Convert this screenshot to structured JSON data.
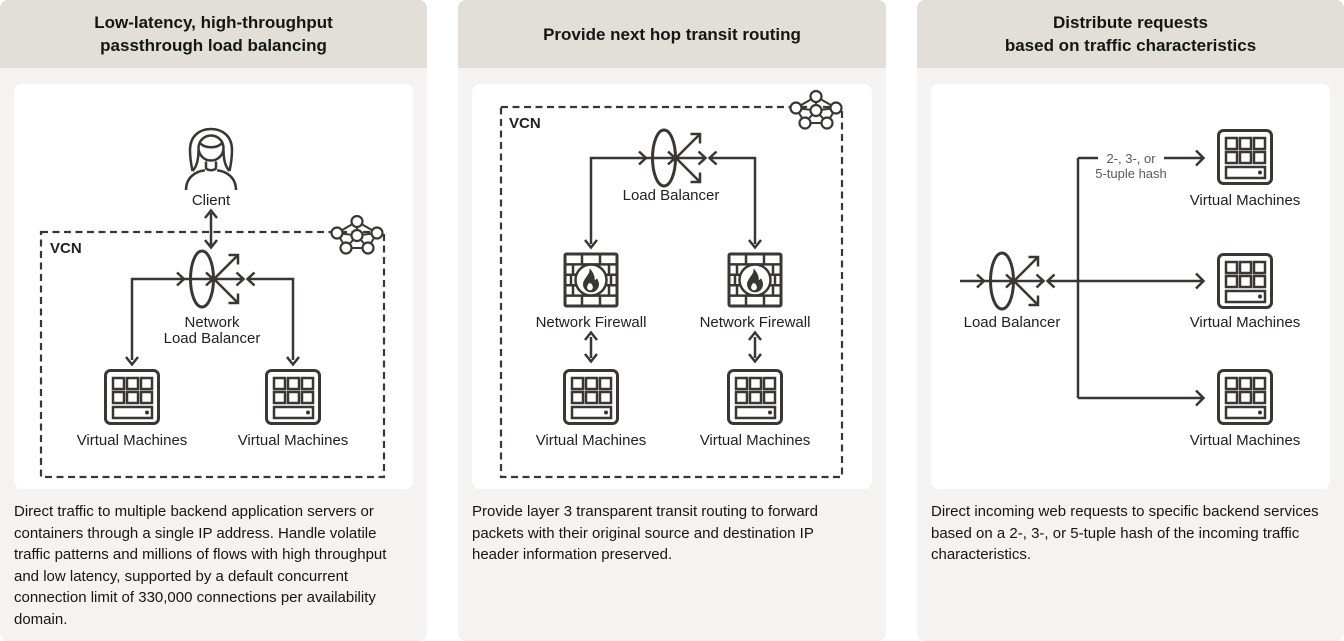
{
  "colors": {
    "header_bg": "#e2dfd9",
    "panel_bg": "#f4f3f1",
    "card_bg": "#ffffff",
    "diagram_stroke": "#3a3632",
    "text": "#161513",
    "muted_label": "#5d5a55"
  },
  "icons": {
    "client": "person-icon",
    "load_balancer": "load-balancer-icon",
    "vcn_network": "vcn-icon",
    "virtual_machine": "vm-server-icon",
    "network_firewall": "firewall-icon"
  },
  "panels": [
    {
      "title_lines": [
        "Low-latency, high-throughput",
        "passthrough load balancing"
      ],
      "diagram": {
        "client_label": "Client",
        "vcn_label": "VCN",
        "lb_label_line1": "Network",
        "lb_label_line2": "Load Balancer",
        "vm_labels": [
          "Virtual Machines",
          "Virtual Machines"
        ]
      },
      "description": "Direct traffic to multiple backend application servers or containers through a single IP address. Handle volatile traffic patterns and millions of flows with high throughput and low latency, supported by a default concurrent connection limit of 330,000 connections per availability domain."
    },
    {
      "title_lines": [
        "Provide next hop transit routing"
      ],
      "diagram": {
        "vcn_label": "VCN",
        "lb_label": "Load Balancer",
        "firewall_labels": [
          "Network Firewall",
          "Network Firewall"
        ],
        "vm_labels": [
          "Virtual Machines",
          "Virtual Machines"
        ]
      },
      "description": "Provide layer 3 transparent transit routing to forward packets with their original source and destination IP header information preserved."
    },
    {
      "title_lines": [
        "Distribute requests",
        "based on traffic characteristics"
      ],
      "diagram": {
        "lb_label": "Load Balancer",
        "hash_label_line1": "2-, 3-, or",
        "hash_label_line2": "5-tuple hash",
        "vm_labels": [
          "Virtual Machines",
          "Virtual Machines",
          "Virtual Machines"
        ]
      },
      "description": "Direct incoming web requests to specific backend services based on a 2-, 3-, or 5-tuple hash of the incoming traffic characteristics."
    }
  ]
}
